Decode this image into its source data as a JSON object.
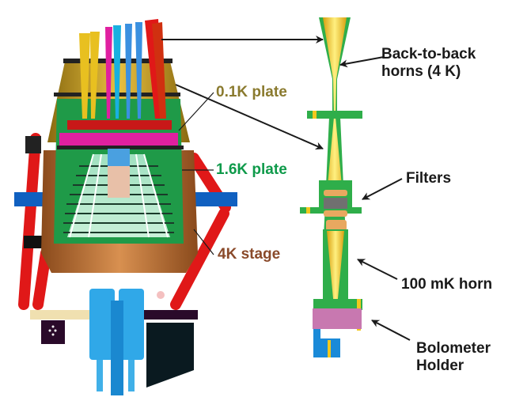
{
  "diagram": {
    "left_assembly": "Focal plane cryostat assembly",
    "right_assembly": "Single horn/bolometer optical chain",
    "temperature_labels": [
      {
        "text": "0.1K plate",
        "color": "#8a7a2e"
      },
      {
        "text": "1.6K plate",
        "color": "#0e9a4a"
      },
      {
        "text": "4K stage",
        "color": "#8a4a2a"
      }
    ],
    "component_labels": [
      {
        "line1": "Back-to-back",
        "line2": "horns (4 K)"
      },
      {
        "line1": "Filters",
        "line2": ""
      },
      {
        "line1": "100 mK horn",
        "line2": ""
      },
      {
        "line1": "Bolometer",
        "line2": "Holder"
      }
    ],
    "colors": {
      "horn_yellow": "#f2c81e",
      "horn_green": "#2fae4a",
      "filter_orange": "#e8a860",
      "holder_pink": "#c878b0",
      "holder_blue": "#1a8ad8",
      "cryostat_green": "#1f9a48",
      "stage_brown": "#b86a30",
      "strut_red": "#e01818",
      "top_gold": "#c8a028"
    }
  }
}
